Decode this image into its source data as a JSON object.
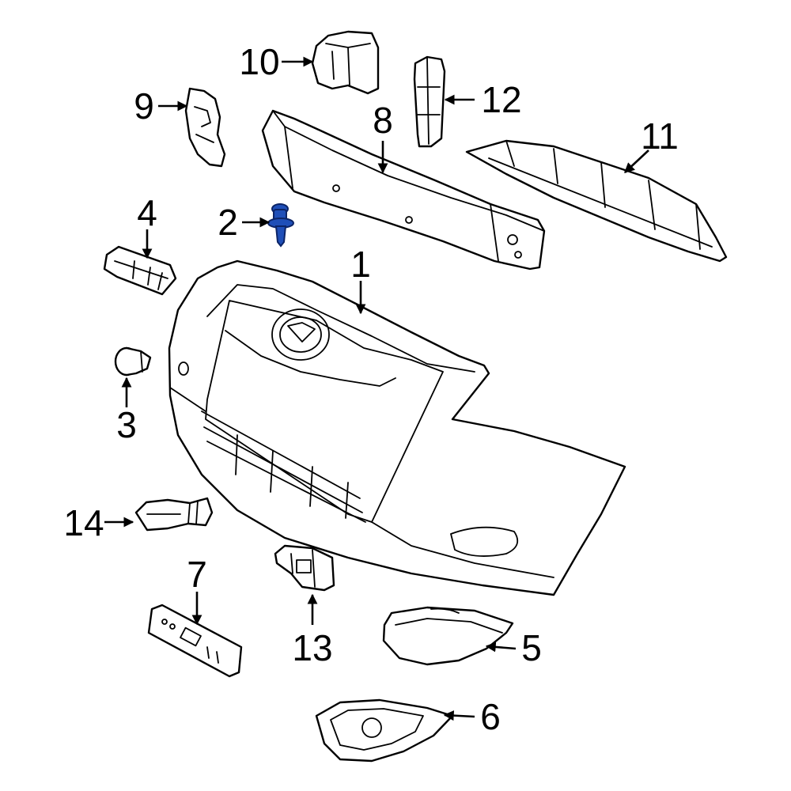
{
  "diagram": {
    "highlight_color": "#1f4fb8",
    "line_color": "#000000",
    "callouts": [
      {
        "id": "1",
        "label": "1"
      },
      {
        "id": "2",
        "label": "2"
      },
      {
        "id": "3",
        "label": "3"
      },
      {
        "id": "4",
        "label": "4"
      },
      {
        "id": "5",
        "label": "5"
      },
      {
        "id": "6",
        "label": "6"
      },
      {
        "id": "7",
        "label": "7"
      },
      {
        "id": "8",
        "label": "8"
      },
      {
        "id": "9",
        "label": "9"
      },
      {
        "id": "10",
        "label": "10"
      },
      {
        "id": "11",
        "label": "11"
      },
      {
        "id": "12",
        "label": "12"
      },
      {
        "id": "13",
        "label": "13"
      },
      {
        "id": "14",
        "label": "14"
      }
    ]
  }
}
